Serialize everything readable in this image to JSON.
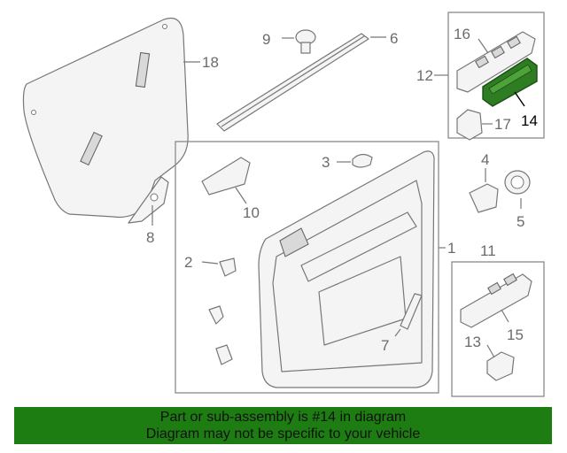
{
  "callouts": {
    "c1": "1",
    "c2": "2",
    "c3": "3",
    "c4": "4",
    "c5": "5",
    "c6": "6",
    "c7": "7",
    "c8": "8",
    "c9": "9",
    "c10": "10",
    "c11": "11",
    "c12": "12",
    "c13": "13",
    "c14": "14",
    "c15": "15",
    "c16": "16",
    "c17": "17",
    "c18": "18"
  },
  "highlight": {
    "part_number": "14",
    "color": "#2e7d22"
  },
  "banner": {
    "line1": "Part or sub-assembly is #14 in diagram",
    "line2": "Diagram may not be specific to your vehicle",
    "background": "#1e7d12"
  }
}
